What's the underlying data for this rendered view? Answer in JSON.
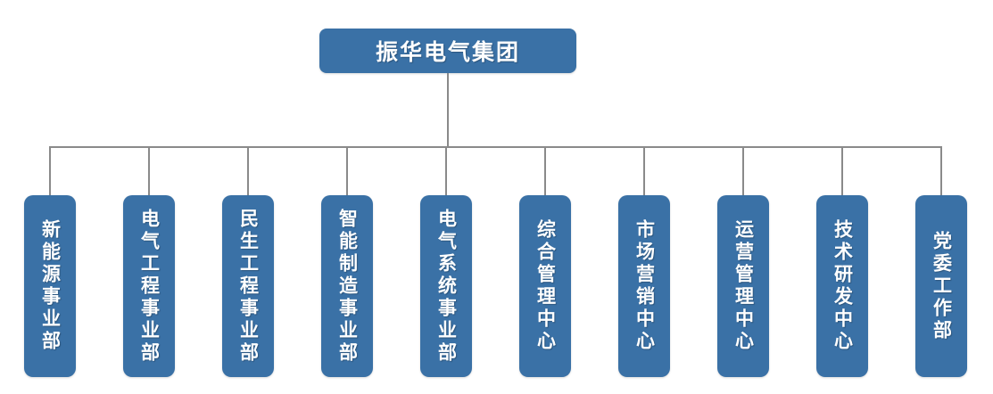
{
  "diagram": {
    "type": "org-chart",
    "root": {
      "label": "振华电气集团"
    },
    "children": [
      {
        "label": "新能源事业部"
      },
      {
        "label": "电气工程事业部"
      },
      {
        "label": "民生工程事业部"
      },
      {
        "label": "智能制造事业部"
      },
      {
        "label": "电气系统事业部"
      },
      {
        "label": "综合管理中心"
      },
      {
        "label": "市场营销中心"
      },
      {
        "label": "运营管理中心"
      },
      {
        "label": "技术研发中心"
      },
      {
        "label": "党委工作部"
      }
    ],
    "colors": {
      "node_fill": "#3A71A6",
      "node_text": "#FFFFFF",
      "connector": "#8A8A8A",
      "background": "#FFFFFF"
    }
  }
}
